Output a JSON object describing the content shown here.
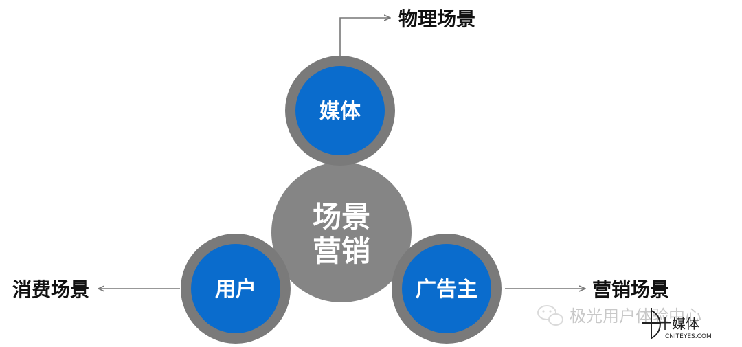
{
  "colors": {
    "center_fill": "#858585",
    "ring": "#7a7a7a",
    "node_fill": "#0a6ccd",
    "arrow": "#777777",
    "label_text": "#111111",
    "node_text": "#ffffff"
  },
  "center": {
    "line1": "场景",
    "line2": "营销"
  },
  "nodes": {
    "media": "媒体",
    "user": "用户",
    "advertiser": "广告主"
  },
  "outer_labels": {
    "physical": "物理场景",
    "consumption": "消费场景",
    "marketing": "营销场景"
  },
  "watermark": {
    "text": "极光用户体验中心"
  },
  "brand": {
    "name": "十媒体",
    "domain": "CNITEYES.COM"
  }
}
